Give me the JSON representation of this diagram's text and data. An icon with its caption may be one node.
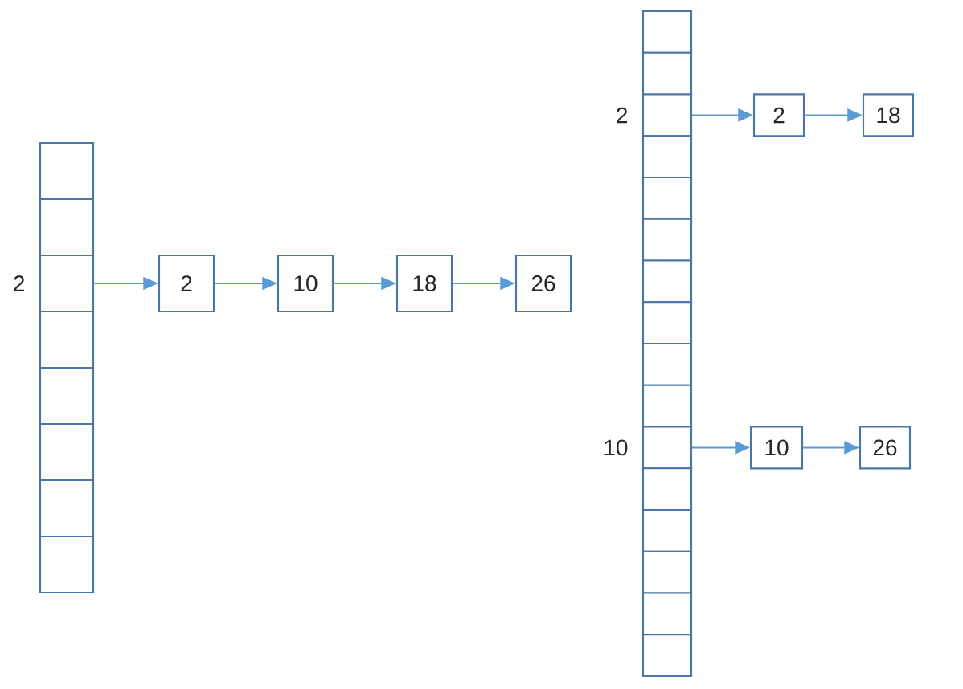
{
  "diagram": {
    "nodes": [
      {
        "text": [],
        "shape": "box"
      },
      {
        "text": [],
        "shape": "box"
      },
      {
        "text": [],
        "shape": "box",
        "beside": [
          "2"
        ]
      },
      {
        "text": [],
        "shape": "box"
      },
      {
        "text": [],
        "shape": "box"
      },
      {
        "text": [],
        "shape": "box"
      },
      {
        "text": [],
        "shape": "box"
      },
      {
        "text": [],
        "shape": "box"
      },
      {
        "text": [
          "2"
        ]
      },
      {
        "text": [
          "10"
        ]
      },
      {
        "text": [
          "18"
        ]
      },
      {
        "text": [
          "26"
        ]
      },
      {
        "text": [],
        "shape": "box"
      },
      {
        "text": [],
        "shape": "box"
      },
      {
        "text": [],
        "shape": "box",
        "beside": [
          "2"
        ]
      },
      {
        "text": [],
        "shape": "box"
      },
      {
        "text": [],
        "shape": "box"
      },
      {
        "text": [],
        "shape": "box"
      },
      {
        "text": [],
        "shape": "box"
      },
      {
        "text": [],
        "shape": "box"
      },
      {
        "text": [],
        "shape": "box"
      },
      {
        "text": [],
        "shape": "box"
      },
      {
        "text": [],
        "shape": "box",
        "beside": [
          "10"
        ]
      },
      {
        "text": [],
        "shape": "box"
      },
      {
        "text": [],
        "shape": "box"
      },
      {
        "text": [],
        "shape": "box"
      },
      {
        "text": [],
        "shape": "box"
      },
      {
        "text": [],
        "shape": "box"
      },
      {
        "text": [
          "2"
        ]
      },
      {
        "text": [
          "18"
        ]
      },
      {
        "text": [
          "10"
        ]
      },
      {
        "text": [
          "26"
        ]
      }
    ],
    "edges": [
      {
        "from": 2,
        "to": 8,
        "arrow": "to"
      },
      {
        "from": 8,
        "to": 9,
        "arrow": "to"
      },
      {
        "from": 9,
        "to": 10,
        "arrow": "to"
      },
      {
        "from": 10,
        "to": 11,
        "arrow": "to"
      },
      {
        "from": 14,
        "to": 28,
        "arrow": "to"
      },
      {
        "from": 28,
        "to": 29,
        "arrow": "to"
      },
      {
        "from": 22,
        "to": 30,
        "arrow": "to"
      },
      {
        "from": 30,
        "to": 31,
        "arrow": "to"
      }
    ]
  }
}
